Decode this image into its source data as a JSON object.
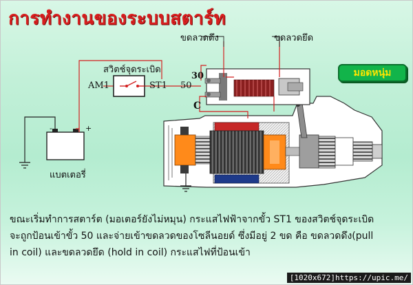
{
  "title": "การทำงานของระบบสตาร์ท",
  "mode_button": "มอดหนุ่ม",
  "labels": {
    "pull_in_coil": "ขดลวดดึง",
    "hold_in_coil": "ขดลวดยึด",
    "ignition_switch": "สวิตช์จุดระเบิด",
    "am1": "AM1",
    "st1": "ST1",
    "terminal_30": "30",
    "terminal_50": "50",
    "terminal_c": "C",
    "battery": "แบตเตอรี่",
    "minus": "-",
    "plus": "+"
  },
  "description": [
    "ขณะเริ่มทำการสตาร์ต (มอเตอร์ยังไม่หมุน) กระแสไฟฟ้าจากขั้ว ST1 ของสวิตช์จุดระเบิด",
    "จะถูกป้อนเข้าขั้ว 50 และจ่ายเข้าขดลวดของโซลีนอยด์ ซึ่งมีอยู่ 2 ขด  คือ ขดลวดดึง(pull",
    "in coil) และขดลวดยึด (hold in coil) กระแสไฟที่ป้อนเข้า"
  ],
  "watermark": "[1020x672]https://upic.me/",
  "colors": {
    "title": "#d81f1f",
    "wire": "#d32020",
    "armature": "#ff8a1a",
    "coil_pull": "#8a1f1f",
    "mode_button": "#12b44a",
    "mode_button_text": "#ffe600"
  }
}
